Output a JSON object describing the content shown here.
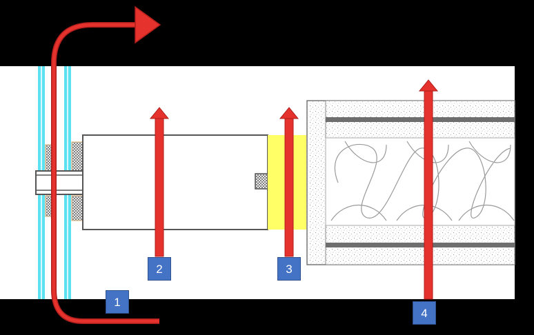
{
  "colors": {
    "background": "#000000",
    "panel": "#FFFFFF",
    "glass": "#5CE1F0",
    "arrow": "#E5322D",
    "arrow_outline": "#B01F1C",
    "seal": "#FFFF66",
    "label_box": "#4472C4",
    "frame_line": "#555555",
    "bar": "#6E6E6E",
    "hatch": "#C0C0C0"
  },
  "labels": {
    "one": "1",
    "two": "2",
    "three": "3",
    "four": "4"
  },
  "icons": {
    "flow_arrow": "arrow-up-icon",
    "curved_flow_arrow": "curved-arrow-icon"
  }
}
